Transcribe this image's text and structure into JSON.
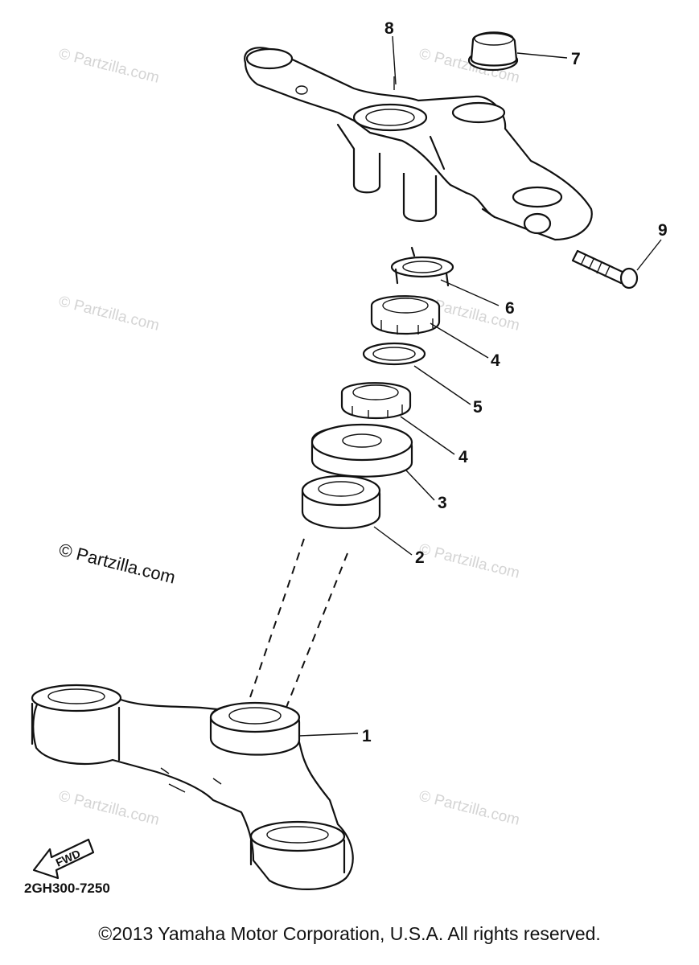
{
  "diagram": {
    "callouts": [
      {
        "id": "1",
        "label": "1"
      },
      {
        "id": "2",
        "label": "2"
      },
      {
        "id": "3",
        "label": "3"
      },
      {
        "id": "4a",
        "label": "4"
      },
      {
        "id": "4b",
        "label": "4"
      },
      {
        "id": "5",
        "label": "5"
      },
      {
        "id": "6",
        "label": "6"
      },
      {
        "id": "7",
        "label": "7"
      },
      {
        "id": "8",
        "label": "8"
      },
      {
        "id": "9",
        "label": "9"
      }
    ],
    "fwd_label": "FWD",
    "diagram_code": "2GH300-7250",
    "watermark_text": "© Partzilla.com",
    "copyright": "©2013 Yamaha Motor Corporation, U.S.A. All rights reserved."
  }
}
